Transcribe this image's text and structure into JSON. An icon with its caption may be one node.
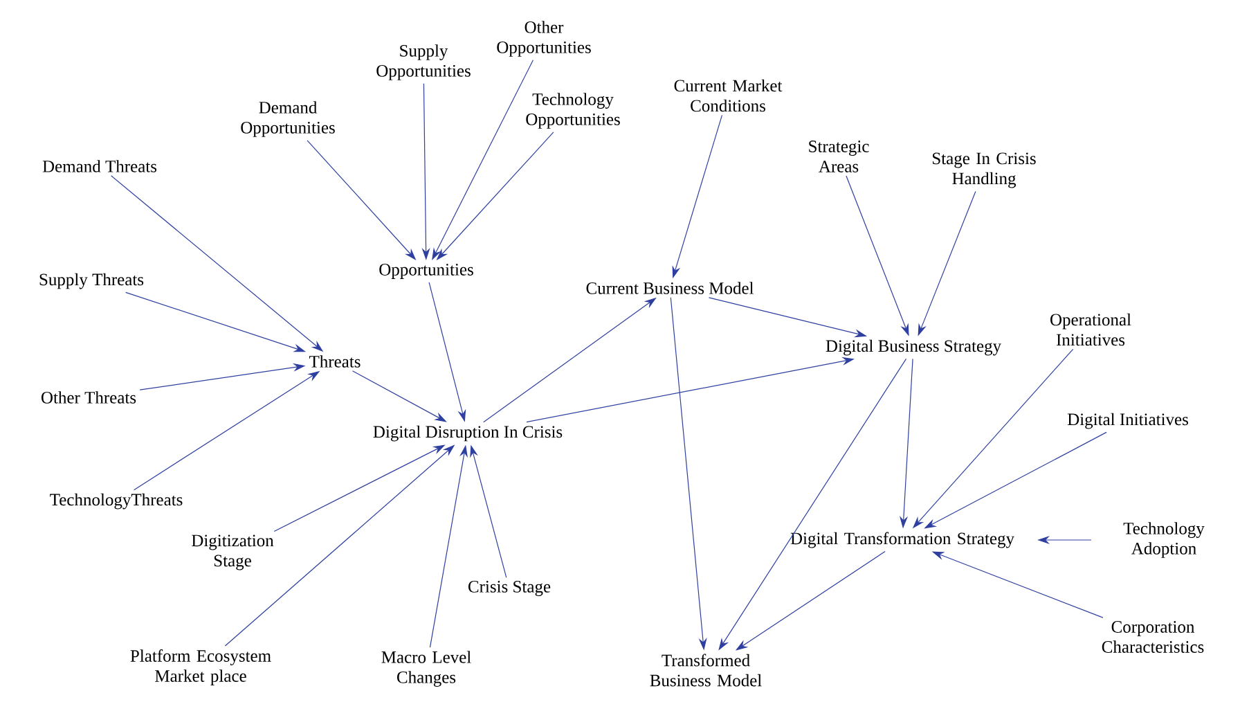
{
  "diagram": {
    "nodes": [
      {
        "text": [
          "Demand Threats"
        ]
      },
      {
        "text": [
          "Supply Threats"
        ]
      },
      {
        "text": [
          "Other Threats"
        ]
      },
      {
        "text": [
          "TechnologyThreats"
        ]
      },
      {
        "text": [
          "Threats"
        ]
      },
      {
        "text": [
          "Demand Opportunities"
        ]
      },
      {
        "text": [
          "Supply Opportunities"
        ]
      },
      {
        "text": [
          "Other Opportunities"
        ]
      },
      {
        "text": [
          "Technology Opportunities"
        ]
      },
      {
        "text": [
          "Opportunities"
        ]
      },
      {
        "text": [
          "Current Market Conditions"
        ]
      },
      {
        "text": [
          "Current Business Model"
        ]
      },
      {
        "text": [
          "Strategic Areas"
        ]
      },
      {
        "text": [
          "Stage In Crisis Handling"
        ]
      },
      {
        "text": [
          "Digital Business Strategy"
        ]
      },
      {
        "text": [
          "Operational Initiatives"
        ]
      },
      {
        "text": [
          "Digital Disruption In Crisis"
        ]
      },
      {
        "text": [
          "Digitization Stage"
        ]
      },
      {
        "text": [
          "Digital Initiatives"
        ]
      },
      {
        "text": [
          "Digital Transformation Strategy"
        ]
      },
      {
        "text": [
          "Technology Adoption"
        ]
      },
      {
        "text": [
          "Crisis Stage"
        ]
      },
      {
        "text": [
          "Platform Ecosystem Market place"
        ]
      },
      {
        "text": [
          "Macro Level Changes"
        ]
      },
      {
        "text": [
          "Corporation Characteristics"
        ]
      },
      {
        "text": [
          "Transformed Business Model"
        ]
      }
    ],
    "edges": [
      {
        "from": 0,
        "to": 4,
        "arrow": "to"
      },
      {
        "from": 1,
        "to": 4,
        "arrow": "to"
      },
      {
        "from": 2,
        "to": 4,
        "arrow": "to"
      },
      {
        "from": 3,
        "to": 4,
        "arrow": "to"
      },
      {
        "from": 5,
        "to": 9,
        "arrow": "to"
      },
      {
        "from": 6,
        "to": 9,
        "arrow": "to"
      },
      {
        "from": 7,
        "to": 9,
        "arrow": "to"
      },
      {
        "from": 8,
        "to": 9,
        "arrow": "to"
      },
      {
        "from": 4,
        "to": 16,
        "arrow": "to"
      },
      {
        "from": 9,
        "to": 16,
        "arrow": "to"
      },
      {
        "from": 17,
        "to": 16,
        "arrow": "to"
      },
      {
        "from": 22,
        "to": 16,
        "arrow": "to"
      },
      {
        "from": 23,
        "to": 16,
        "arrow": "to"
      },
      {
        "from": 21,
        "to": 16,
        "arrow": "to"
      },
      {
        "from": 10,
        "to": 11,
        "arrow": "to"
      },
      {
        "from": 16,
        "to": 11,
        "arrow": "to"
      },
      {
        "from": 16,
        "to": 14,
        "arrow": "to"
      },
      {
        "from": 11,
        "to": 14,
        "arrow": "to"
      },
      {
        "from": 12,
        "to": 14,
        "arrow": "to"
      },
      {
        "from": 13,
        "to": 14,
        "arrow": "to"
      },
      {
        "from": 11,
        "to": 25,
        "arrow": "to"
      },
      {
        "from": 14,
        "to": 19,
        "arrow": "to"
      },
      {
        "from": 14,
        "to": 25,
        "arrow": "to"
      },
      {
        "from": 15,
        "to": 19,
        "arrow": "to"
      },
      {
        "from": 18,
        "to": 19,
        "arrow": "to"
      },
      {
        "from": 20,
        "to": 19,
        "arrow": "to"
      },
      {
        "from": 24,
        "to": 19,
        "arrow": "to"
      },
      {
        "from": 19,
        "to": 25,
        "arrow": "to"
      }
    ]
  }
}
